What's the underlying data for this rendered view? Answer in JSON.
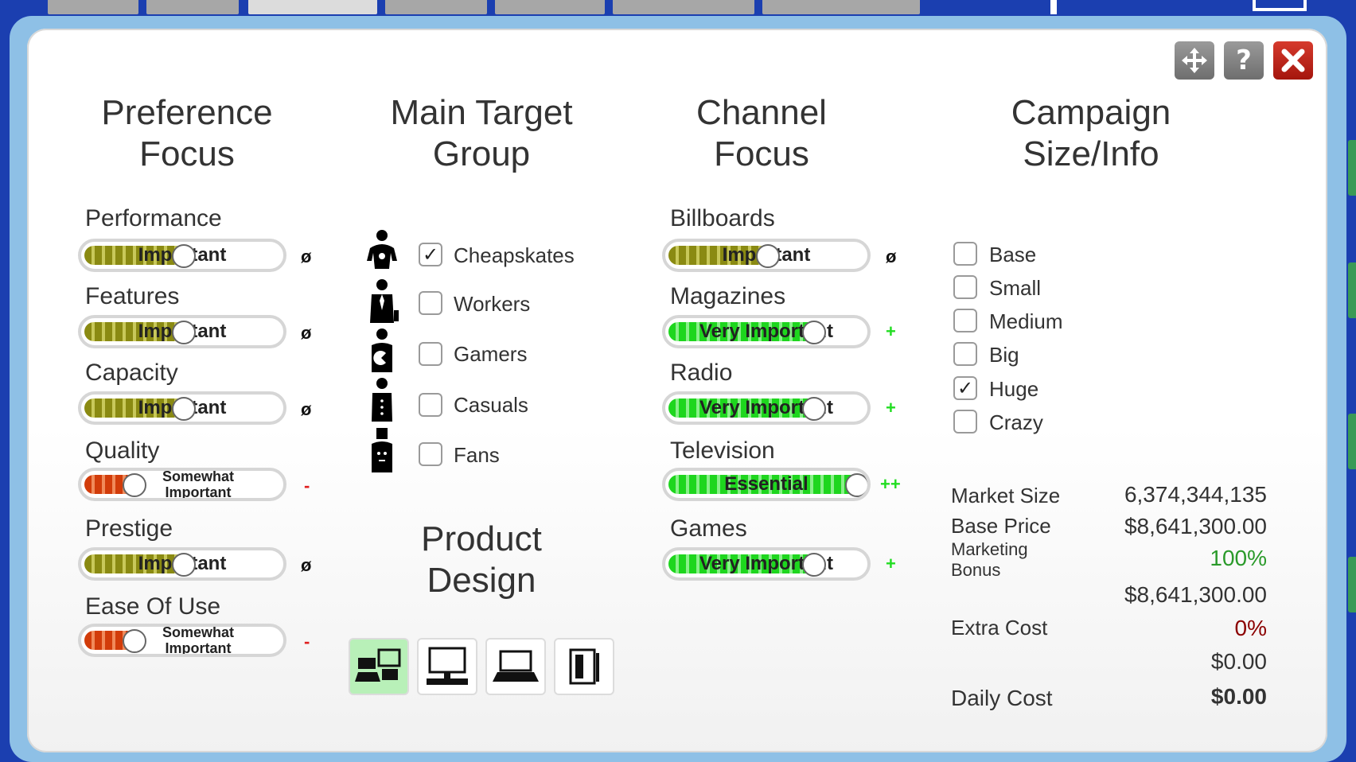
{
  "colors": {
    "background": "#1b3fb0",
    "frame": "#8ec0e6",
    "important_fill": "#8a8a12",
    "very_important_fill": "#1ed61e",
    "somewhat_fill": "#d23c0a",
    "bonus_green": "#2a9a2a",
    "extra_cost_red": "#8b0000"
  },
  "window_controls": {
    "move_icon": "move-arrows",
    "help_label": "?",
    "close_icon": "close-x"
  },
  "preference_focus": {
    "title_line1": "Preference",
    "title_line2": "Focus",
    "rows": [
      {
        "label": "Performance",
        "value": "Important",
        "level": 0.48,
        "indicator": "ø"
      },
      {
        "label": "Features",
        "value": "Important",
        "level": 0.48,
        "indicator": "ø"
      },
      {
        "label": "Capacity",
        "value": "Important",
        "level": 0.48,
        "indicator": "ø"
      },
      {
        "label": "Quality",
        "value_line1": "Somewhat",
        "value_line2": "Important",
        "level": 0.24,
        "indicator": "-"
      },
      {
        "label": "Prestige",
        "value": "Important",
        "level": 0.48,
        "indicator": "ø"
      },
      {
        "label": "Ease Of Use",
        "value_line1": "Somewhat",
        "value_line2": "Important",
        "level": 0.24,
        "indicator": "-"
      }
    ]
  },
  "main_target_group": {
    "title_line1": "Main Target",
    "title_line2": "Group",
    "items": [
      {
        "label": "Cheapskates",
        "checked": true,
        "icon": "cheapskate-person"
      },
      {
        "label": "Workers",
        "checked": false,
        "icon": "worker-person"
      },
      {
        "label": "Gamers",
        "checked": false,
        "icon": "gamer-person"
      },
      {
        "label": "Casuals",
        "checked": false,
        "icon": "casual-person"
      },
      {
        "label": "Fans",
        "checked": false,
        "icon": "fan-person"
      }
    ]
  },
  "product_design": {
    "title_line1": "Product",
    "title_line2": "Design",
    "options": [
      {
        "icon": "all-devices-icon",
        "selected": true
      },
      {
        "icon": "desktop-icon",
        "selected": false
      },
      {
        "icon": "laptop-icon",
        "selected": false
      },
      {
        "icon": "tablet-icon",
        "selected": false
      }
    ]
  },
  "channel_focus": {
    "title_line1": "Channel",
    "title_line2": "Focus",
    "rows": [
      {
        "label": "Billboards",
        "value": "Important",
        "level": 0.48,
        "indicator": "ø"
      },
      {
        "label": "Magazines",
        "value": "Very Important",
        "level": 0.7,
        "indicator": "+"
      },
      {
        "label": "Radio",
        "value": "Very Important",
        "level": 0.7,
        "indicator": "+"
      },
      {
        "label": "Television",
        "value": "Essential",
        "level": 0.94,
        "indicator": "++"
      },
      {
        "label": "Games",
        "value": "Very Important",
        "level": 0.7,
        "indicator": "+"
      }
    ]
  },
  "campaign": {
    "title_line1": "Campaign",
    "title_line2": "Size/Info",
    "sizes": [
      {
        "label": "Base",
        "checked": false
      },
      {
        "label": "Small",
        "checked": false
      },
      {
        "label": "Medium",
        "checked": false
      },
      {
        "label": "Big",
        "checked": false
      },
      {
        "label": "Huge",
        "checked": true
      },
      {
        "label": "Crazy",
        "checked": false
      }
    ],
    "market_size_label": "Market Size",
    "market_size_value": "6,374,344,135",
    "base_price_label": "Base Price",
    "base_price_value": "$8,641,300.00",
    "marketing_bonus_label_line1": "Marketing",
    "marketing_bonus_label_line2": "Bonus",
    "marketing_bonus_value": "100%",
    "bonus_price_value": "$8,641,300.00",
    "extra_cost_label": "Extra Cost",
    "extra_cost_percent": "0%",
    "extra_cost_value": "$0.00",
    "daily_cost_label": "Daily Cost",
    "daily_cost_value": "$0.00"
  }
}
